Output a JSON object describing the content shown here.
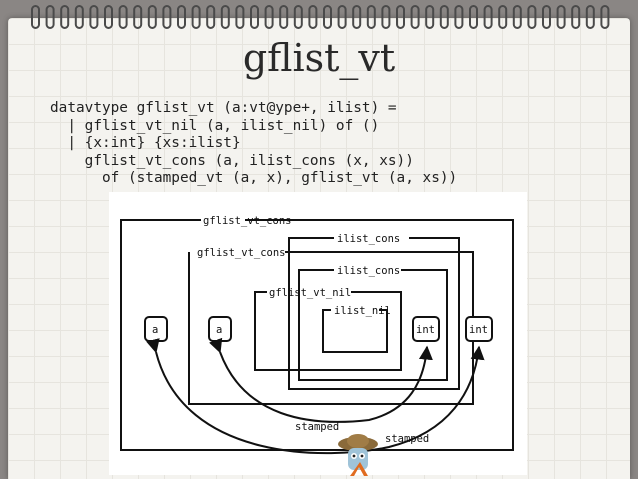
{
  "slide": {
    "title": "gflist_vt"
  },
  "code": {
    "lines": [
      "datavtype gflist_vt (a:vt@ype+, ilist) =",
      "  | gflist_vt_nil (a, ilist_nil) of ()",
      "  | {x:int} {xs:ilist}",
      "    gflist_vt_cons (a, ilist_cons (x, xs))",
      "      of (stamped_vt (a, x), gflist_vt (a, xs))"
    ]
  },
  "diagram": {
    "labels": {
      "outer_cons": "gflist_vt_cons",
      "ilist_cons_1": "ilist_cons",
      "inner_cons": "gflist_vt_cons",
      "ilist_cons_2": "ilist_cons",
      "nil": "gflist_vt_nil",
      "ilist_nil": "ilist_nil",
      "elem_a_1": "a",
      "elem_a_2": "a",
      "int_1": "int",
      "int_2": "int",
      "stamped_1": "stamped",
      "stamped_2": "stamped"
    }
  },
  "icons": {
    "binding": "spiral-binding",
    "mascot": "ats-mascot-icon"
  }
}
